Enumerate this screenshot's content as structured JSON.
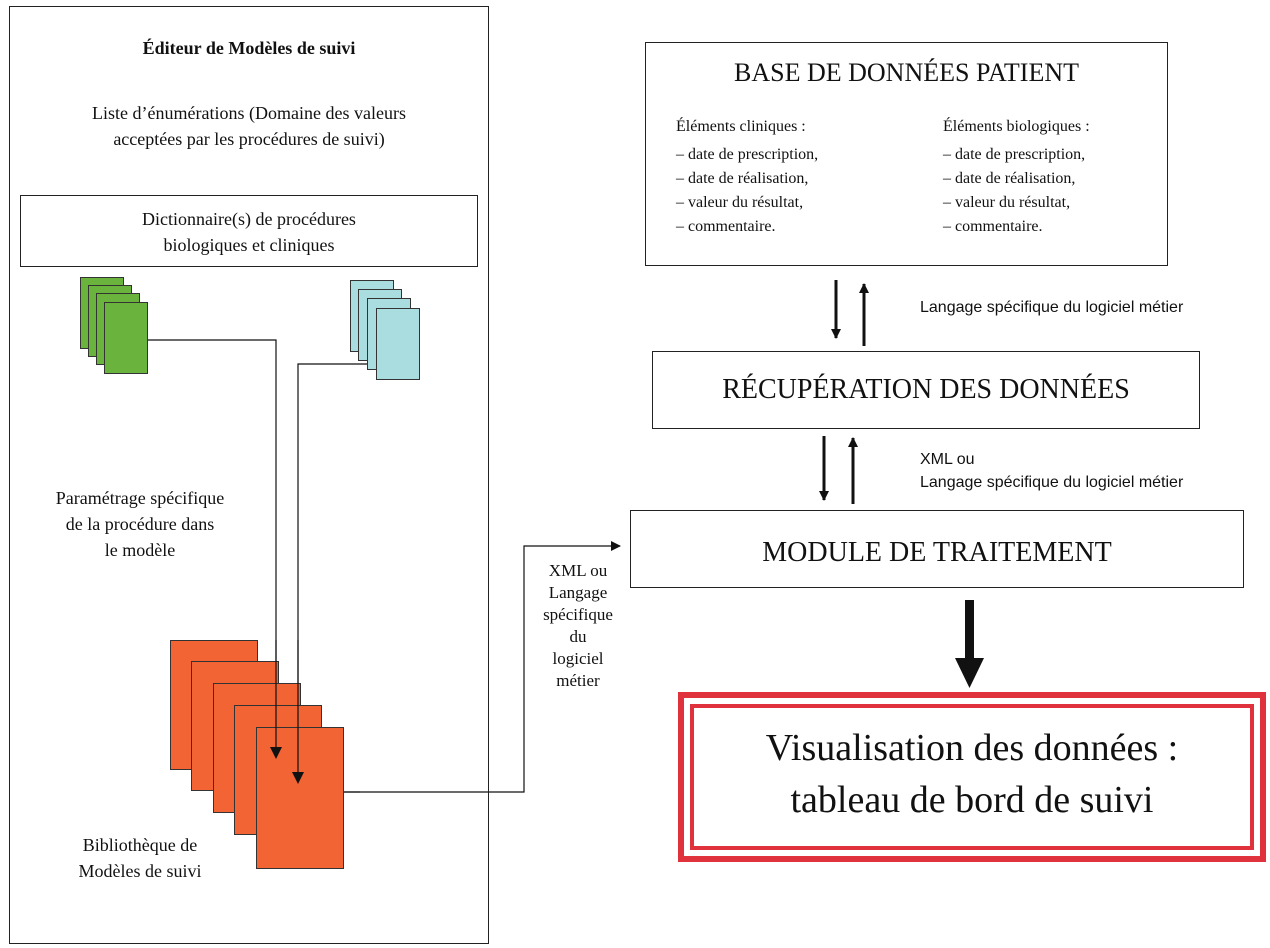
{
  "colors": {
    "green_doc": "#6ab43e",
    "cyan_doc": "#a9dde0",
    "orange_doc": "#f26433",
    "red_border": "#e0323c",
    "stroke": "#111111"
  },
  "editor": {
    "title": "Éditeur de Modèles de suivi",
    "enum_line1": "Liste d’énumérations (Domaine des valeurs",
    "enum_line2": "acceptées par les procédures de suivi)",
    "dict_line1": "Dictionnaire(s) de procédures",
    "dict_line2": "biologiques et cliniques",
    "param_line1": "Paramétrage spécifique",
    "param_line2": "de la procédure dans",
    "param_line3": "le modèle",
    "library_line1": "Bibliothèque de",
    "library_line2": "Modèles de suivi"
  },
  "export_label": {
    "line1": "XML ou",
    "line2": "Langage",
    "line3": "spécifique",
    "line4": "du",
    "line5": "logiciel",
    "line6": "métier"
  },
  "database": {
    "title": "BASE DE DONNÉES PATIENT",
    "clinical": {
      "heading": "Éléments cliniques :",
      "items": [
        "– date de prescription,",
        "– date de réalisation,",
        "– valeur du résultat,",
        "– commentaire."
      ]
    },
    "biological": {
      "heading": "Éléments biologiques :",
      "items": [
        "– date de prescription,",
        "– date de réalisation,",
        "– valeur du résultat,",
        "– commentaire."
      ]
    }
  },
  "link_db_retrieval": "Langage spécifique du logiciel métier",
  "retrieval": {
    "title": "RÉCUPÉRATION DES DONNÉES"
  },
  "link_retrieval_module": {
    "line1": "XML ou",
    "line2": "Langage spécifique du logiciel métier"
  },
  "module": {
    "title": "MODULE DE TRAITEMENT"
  },
  "visualisation": {
    "line1": "Visualisation des données :",
    "line2": "tableau de bord de suivi"
  }
}
